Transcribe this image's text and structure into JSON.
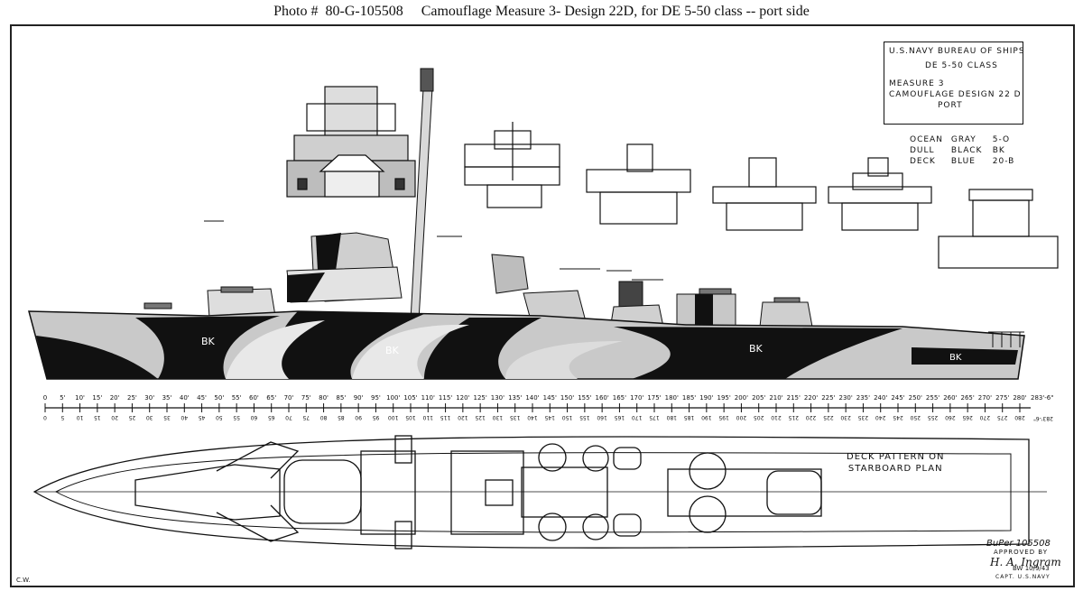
{
  "caption": "Photo #  80-G-105508     Camouflage Measure 3- Design 22D, for DE 5-50 class -- port side",
  "title_block": {
    "line1": "U.S.NAVY  BUREAU OF SHIPS",
    "line2": "DE 5-50 CLASS",
    "line3": "MEASURE 3",
    "line4": "CAMOUFLAGE  DESIGN    22 D",
    "line5": "PORT"
  },
  "legend": [
    {
      "name": "OCEAN",
      "color_name": "GRAY",
      "code": "5-O"
    },
    {
      "name": "DULL",
      "color_name": "BLACK",
      "code": "BK"
    },
    {
      "name": "DECK",
      "color_name": "BLUE",
      "code": "20-B"
    }
  ],
  "hull_labels": [
    "BK",
    "BK",
    "BK",
    "BK"
  ],
  "scale": {
    "top": [
      "0",
      "5'",
      "10'",
      "15'",
      "20'",
      "25'",
      "30'",
      "35'",
      "40'",
      "45'",
      "50'",
      "55'",
      "60'",
      "65'",
      "70'",
      "75'",
      "80'",
      "85'",
      "90'",
      "95'",
      "100'",
      "105'",
      "110'",
      "115'",
      "120'",
      "125'",
      "130'",
      "135'",
      "140'",
      "145'",
      "150'",
      "155'",
      "160'",
      "165'",
      "170'",
      "175'",
      "180'",
      "185'",
      "190'",
      "195'",
      "200'",
      "205'",
      "210'",
      "215'",
      "220'",
      "225'",
      "230'",
      "235'",
      "240'",
      "245'",
      "250'",
      "255'",
      "260'",
      "265'",
      "270'",
      "275'",
      "280'"
    ],
    "end_label": "283'-6\"",
    "bottom": [
      "0",
      "5",
      "10",
      "15",
      "20",
      "25",
      "30",
      "35",
      "40",
      "45",
      "50",
      "55",
      "60",
      "65",
      "70",
      "75",
      "80",
      "85",
      "90",
      "95",
      "100",
      "105",
      "110",
      "115",
      "120",
      "125",
      "130",
      "135",
      "140",
      "145",
      "150",
      "155",
      "160",
      "165",
      "170",
      "175",
      "180",
      "185",
      "190",
      "195",
      "200",
      "205",
      "210",
      "215",
      "220",
      "225",
      "230",
      "235",
      "240",
      "245",
      "250",
      "255",
      "260",
      "265",
      "270",
      "275",
      "280"
    ],
    "end_label_bottom": "283'-6\""
  },
  "deck_title": {
    "line1": "DECK PATTERN ON",
    "line2": "STARBOARD PLAN"
  },
  "initials": "BW 10/9/43",
  "approval": {
    "ref": "BuPer 105508",
    "approved_by": "APPROVED BY",
    "signature": "H. A. Ingram",
    "rank": "CAPT. U.S.NAVY"
  },
  "corner_mark": "C.W."
}
